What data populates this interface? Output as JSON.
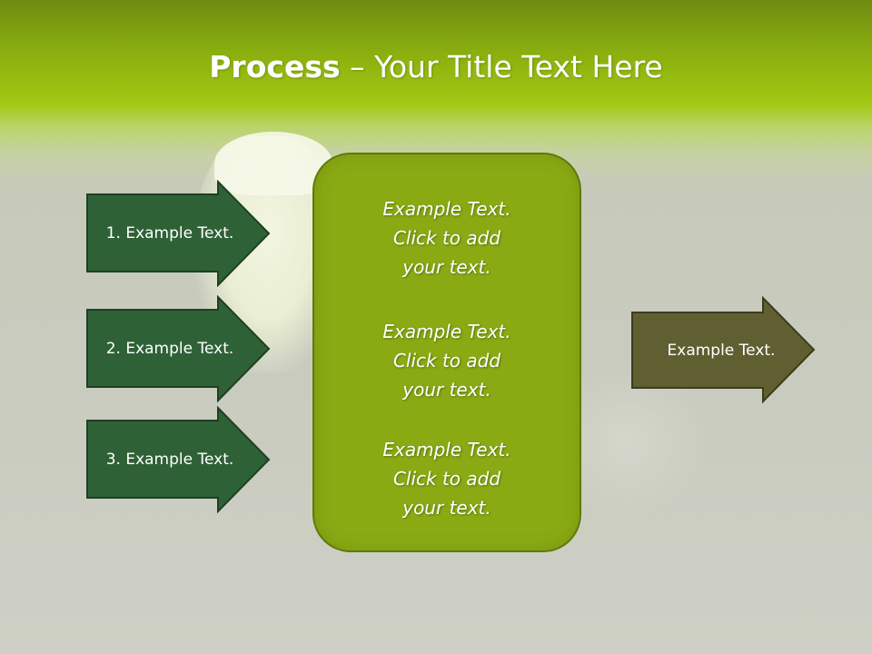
{
  "slide": {
    "title_bold": "Process",
    "title_rest": " – Your Title Text Here"
  },
  "left_arrows": [
    {
      "label": "1. Example Text."
    },
    {
      "label": "2. Example Text."
    },
    {
      "label": "3. Example Text."
    }
  ],
  "center_box": {
    "blocks": [
      {
        "line1": "Example Text.",
        "line2": "Click  to add",
        "line3": "your text."
      },
      {
        "line1": "Example Text.",
        "line2": "Click  to add",
        "line3": "your text."
      },
      {
        "line1": "Example Text.",
        "line2": "Click  to add",
        "line3": "your text."
      }
    ]
  },
  "right_arrow": {
    "label": "Example Text."
  },
  "colors": {
    "header_green": "#8bb00f",
    "left_arrow_fill": "#2f6137",
    "center_box_fill": "#8aaa14",
    "right_arrow_fill": "#5f5f32"
  }
}
